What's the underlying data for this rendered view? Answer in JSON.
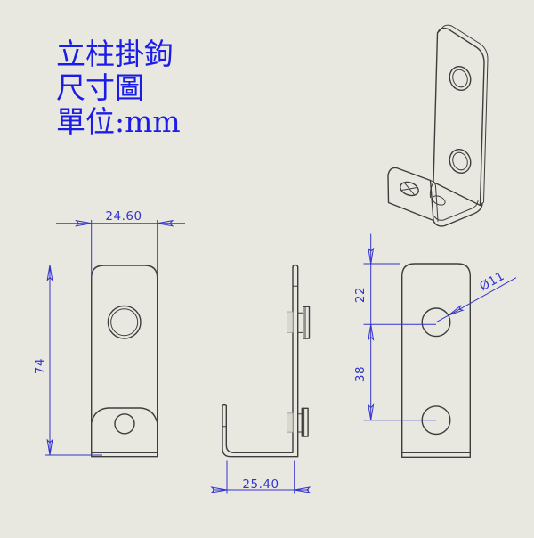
{
  "title_block": {
    "line1": "立柱掛鉤",
    "line2": "尺寸圖",
    "line3": "單位:mm"
  },
  "dimensions": {
    "front_width": "24.60",
    "front_height": "74",
    "hook_depth": "25.40",
    "hole_top_offset": "22",
    "hole_center_spacing": "38",
    "hole_diameter": "Ø11"
  },
  "colors": {
    "background": "#e8e8e1",
    "part_line": "#3d3d3d",
    "dimension_line": "#3434cc",
    "title_text": "#1c1ce8"
  }
}
